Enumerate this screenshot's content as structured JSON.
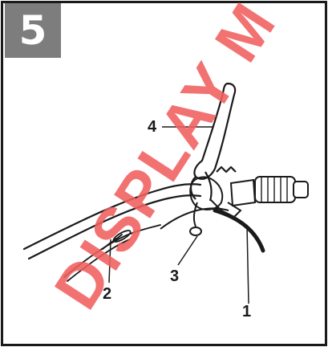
{
  "step": {
    "number": "5"
  },
  "callouts": [
    {
      "id": "1",
      "label": "1"
    },
    {
      "id": "2",
      "label": "2"
    },
    {
      "id": "3",
      "label": "3"
    },
    {
      "id": "4",
      "label": "4"
    }
  ],
  "watermark": {
    "text": "DISPLAY M"
  },
  "colors": {
    "step_box": "#7d7d7d",
    "watermark": "#f05f5f",
    "ink": "#1a1a1a"
  },
  "icons": [
    "handlebar-illustration",
    "brake-lever-icon",
    "hand-grip-icon"
  ]
}
